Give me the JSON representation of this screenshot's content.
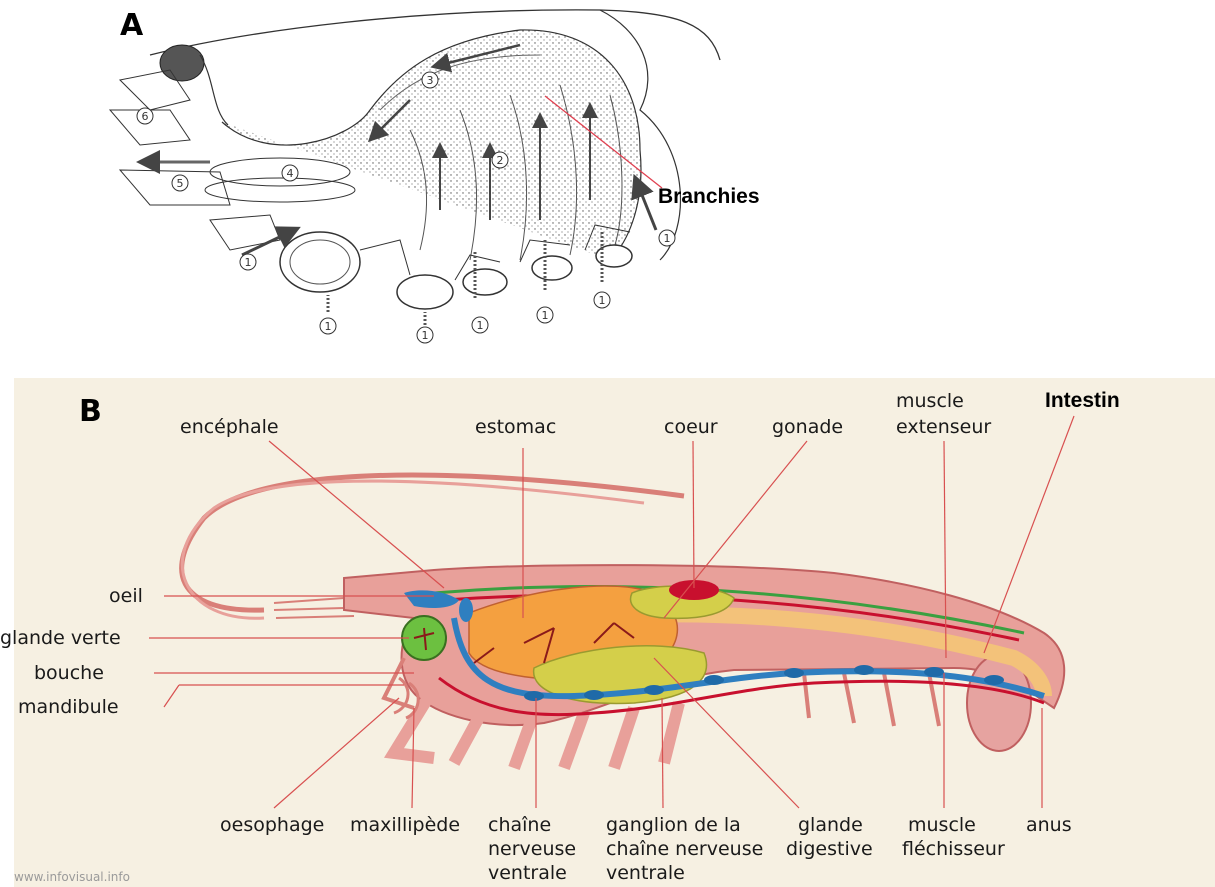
{
  "panel_a": {
    "letter": "A",
    "label_branchies": "Branchies",
    "circle_numbers": [
      "1",
      "2",
      "3",
      "4",
      "5",
      "6"
    ]
  },
  "panel_b": {
    "letter": "B",
    "labels": {
      "encephale": "encéphale",
      "estomac": "estomac",
      "coeur": "coeur",
      "gonade": "gonade",
      "muscle_extenseur_1": "muscle",
      "muscle_extenseur_2": "extenseur",
      "intestin": "Intestin",
      "oeil": "oeil",
      "glande_verte": "glande verte",
      "bouche": "bouche",
      "mandibule": "mandibule",
      "oesophage": "oesophage",
      "maxillipede": "maxillipède",
      "chaine_1": "chaîne",
      "chaine_2": "nerveuse",
      "chaine_3": "ventrale",
      "ganglion_1": "ganglion de la",
      "ganglion_2": "chaîne nerveuse",
      "ganglion_3": "ventrale",
      "glande_dig_1": "glande",
      "glande_dig_2": "digestive",
      "muscle_flech_1": "muscle",
      "muscle_flech_2": "fléchisseur",
      "anus": "anus"
    },
    "watermark": "www.infovisual.info"
  },
  "colors": {
    "body_pink": "#e8a09a",
    "organ_orange": "#f4a040",
    "vessel_red": "#c8102e",
    "nerve_blue": "#2f7fc0",
    "gland_green": "#6cc040",
    "digestive_yellow": "#d4cf4a",
    "label_line": "#d85050"
  }
}
